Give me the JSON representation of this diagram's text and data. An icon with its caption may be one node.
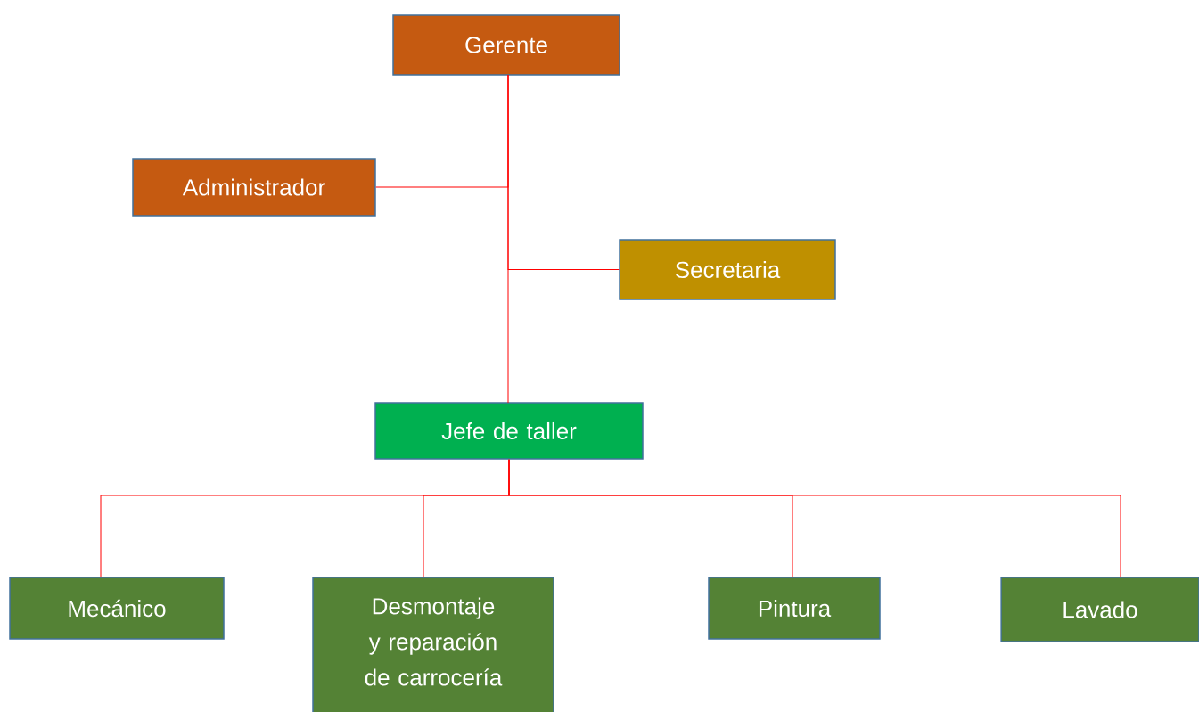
{
  "diagram": {
    "nodes": [
      {
        "text": [
          "Gerente"
        ]
      },
      {
        "text": [
          "Administrador"
        ]
      },
      {
        "text": [
          "Secretaria"
        ]
      },
      {
        "text": [
          "Jefe de taller"
        ]
      },
      {
        "text": [
          "Mecánico"
        ]
      },
      {
        "text": [
          "Desmontaje y reparación de carrocería"
        ]
      },
      {
        "text": [
          "Pintura"
        ]
      },
      {
        "text": [
          "Lavado"
        ]
      }
    ],
    "edges": [
      {
        "from": 0,
        "to": 1,
        "arrow": "none"
      },
      {
        "from": 0,
        "to": 2,
        "arrow": "none"
      },
      {
        "from": 0,
        "to": 3,
        "arrow": "none"
      },
      {
        "from": 3,
        "to": 4,
        "arrow": "none"
      },
      {
        "from": 3,
        "to": 5,
        "arrow": "none"
      },
      {
        "from": 3,
        "to": 6,
        "arrow": "none"
      },
      {
        "from": 3,
        "to": 7,
        "arrow": "none"
      }
    ]
  }
}
